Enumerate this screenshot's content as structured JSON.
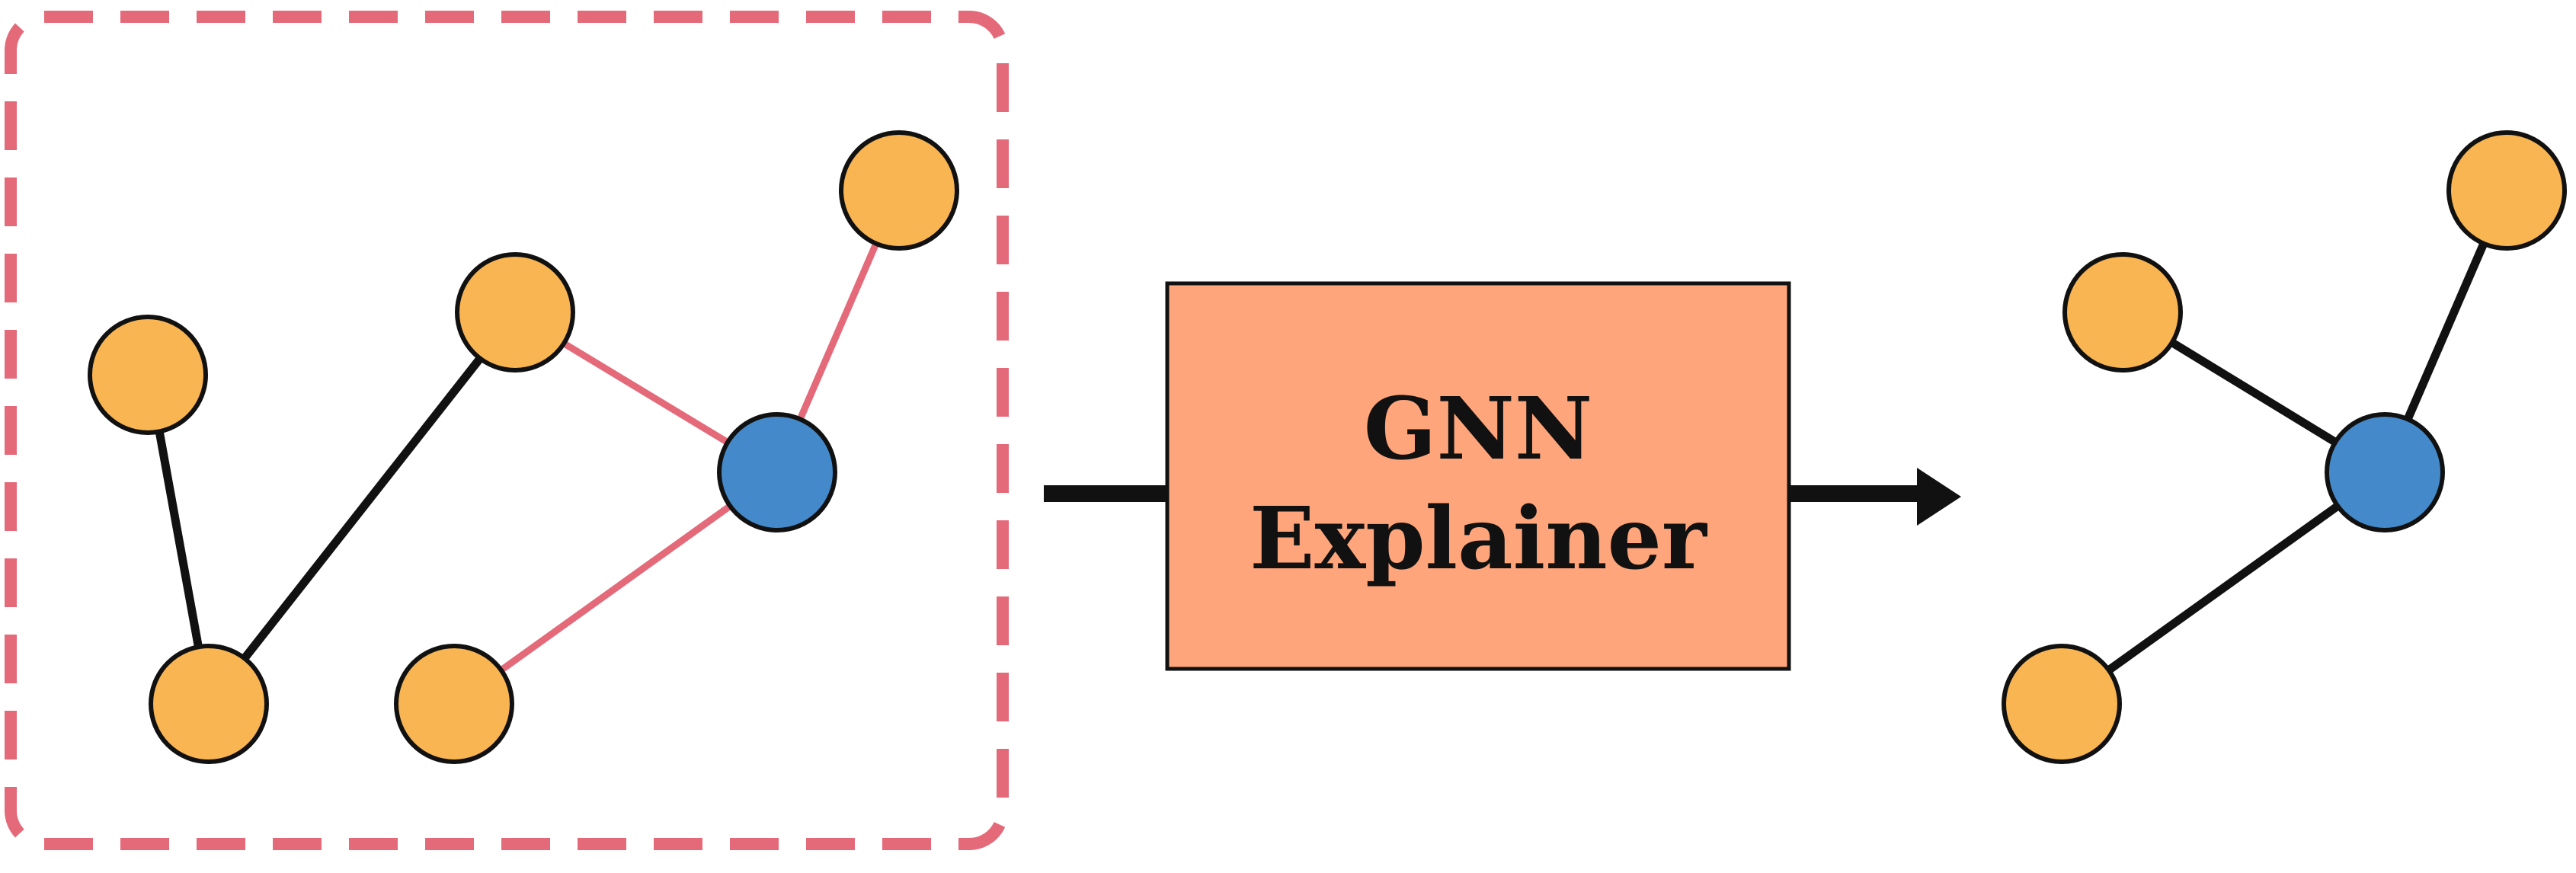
{
  "explainer": {
    "title_line1": "GNN",
    "title_line2": "Explainer"
  },
  "colors": {
    "frame_dash": "#e46a7a",
    "node_fill": "#f8b552",
    "target_node_fill": "#4489c9",
    "node_stroke": "#111111",
    "black_edge": "#111111",
    "highlight_edge": "#e46a7a",
    "explainer_box": "#ffa57c",
    "arrow": "#111111"
  },
  "icons": {
    "arrow_head": "triangle-arrowhead"
  }
}
